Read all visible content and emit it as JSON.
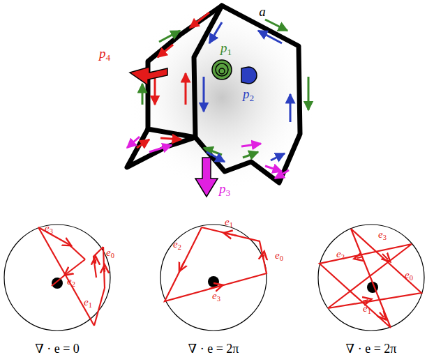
{
  "diagram": {
    "labels": [
      "a",
      "p4",
      "p1",
      "p2",
      "p3",
      "e3",
      "e0",
      "e2",
      "e1",
      "∇ · e = 0",
      "e1",
      "e0",
      "e2",
      "e3",
      "∇ · e = 2π",
      "e3",
      "e2",
      "e0",
      "e1",
      "∇ · e = 2π"
    ]
  }
}
